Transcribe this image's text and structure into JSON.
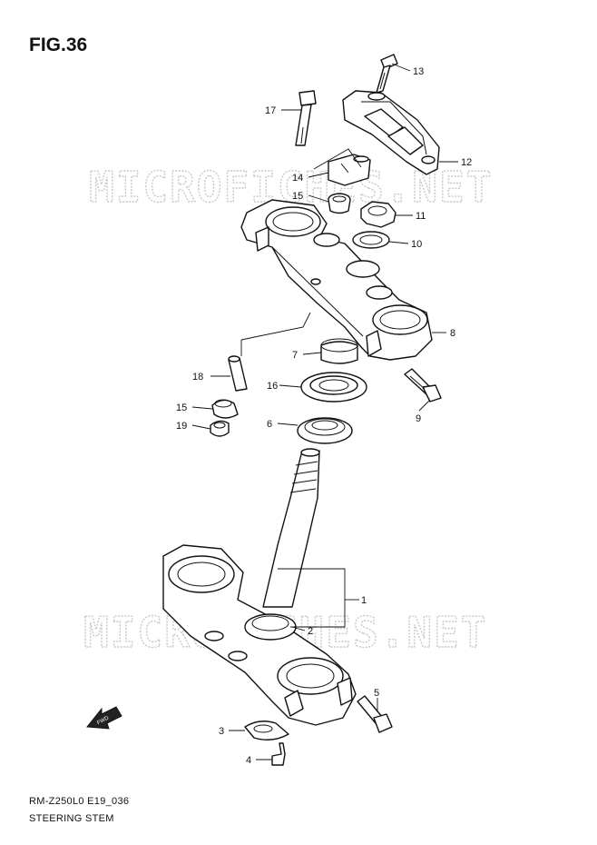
{
  "figure": {
    "title": "FIG.36"
  },
  "watermark": {
    "text": "MICROFICHES.NET"
  },
  "callouts": [
    "1",
    "2",
    "3",
    "4",
    "5",
    "6",
    "7",
    "8",
    "9",
    "10",
    "11",
    "12",
    "13",
    "14",
    "15",
    "15",
    "16",
    "17",
    "18",
    "19"
  ],
  "direction_arrow": {
    "label": "FWD"
  },
  "footer": {
    "code": "RM-Z250L0 E19_036",
    "caption": "STEERING STEM"
  }
}
